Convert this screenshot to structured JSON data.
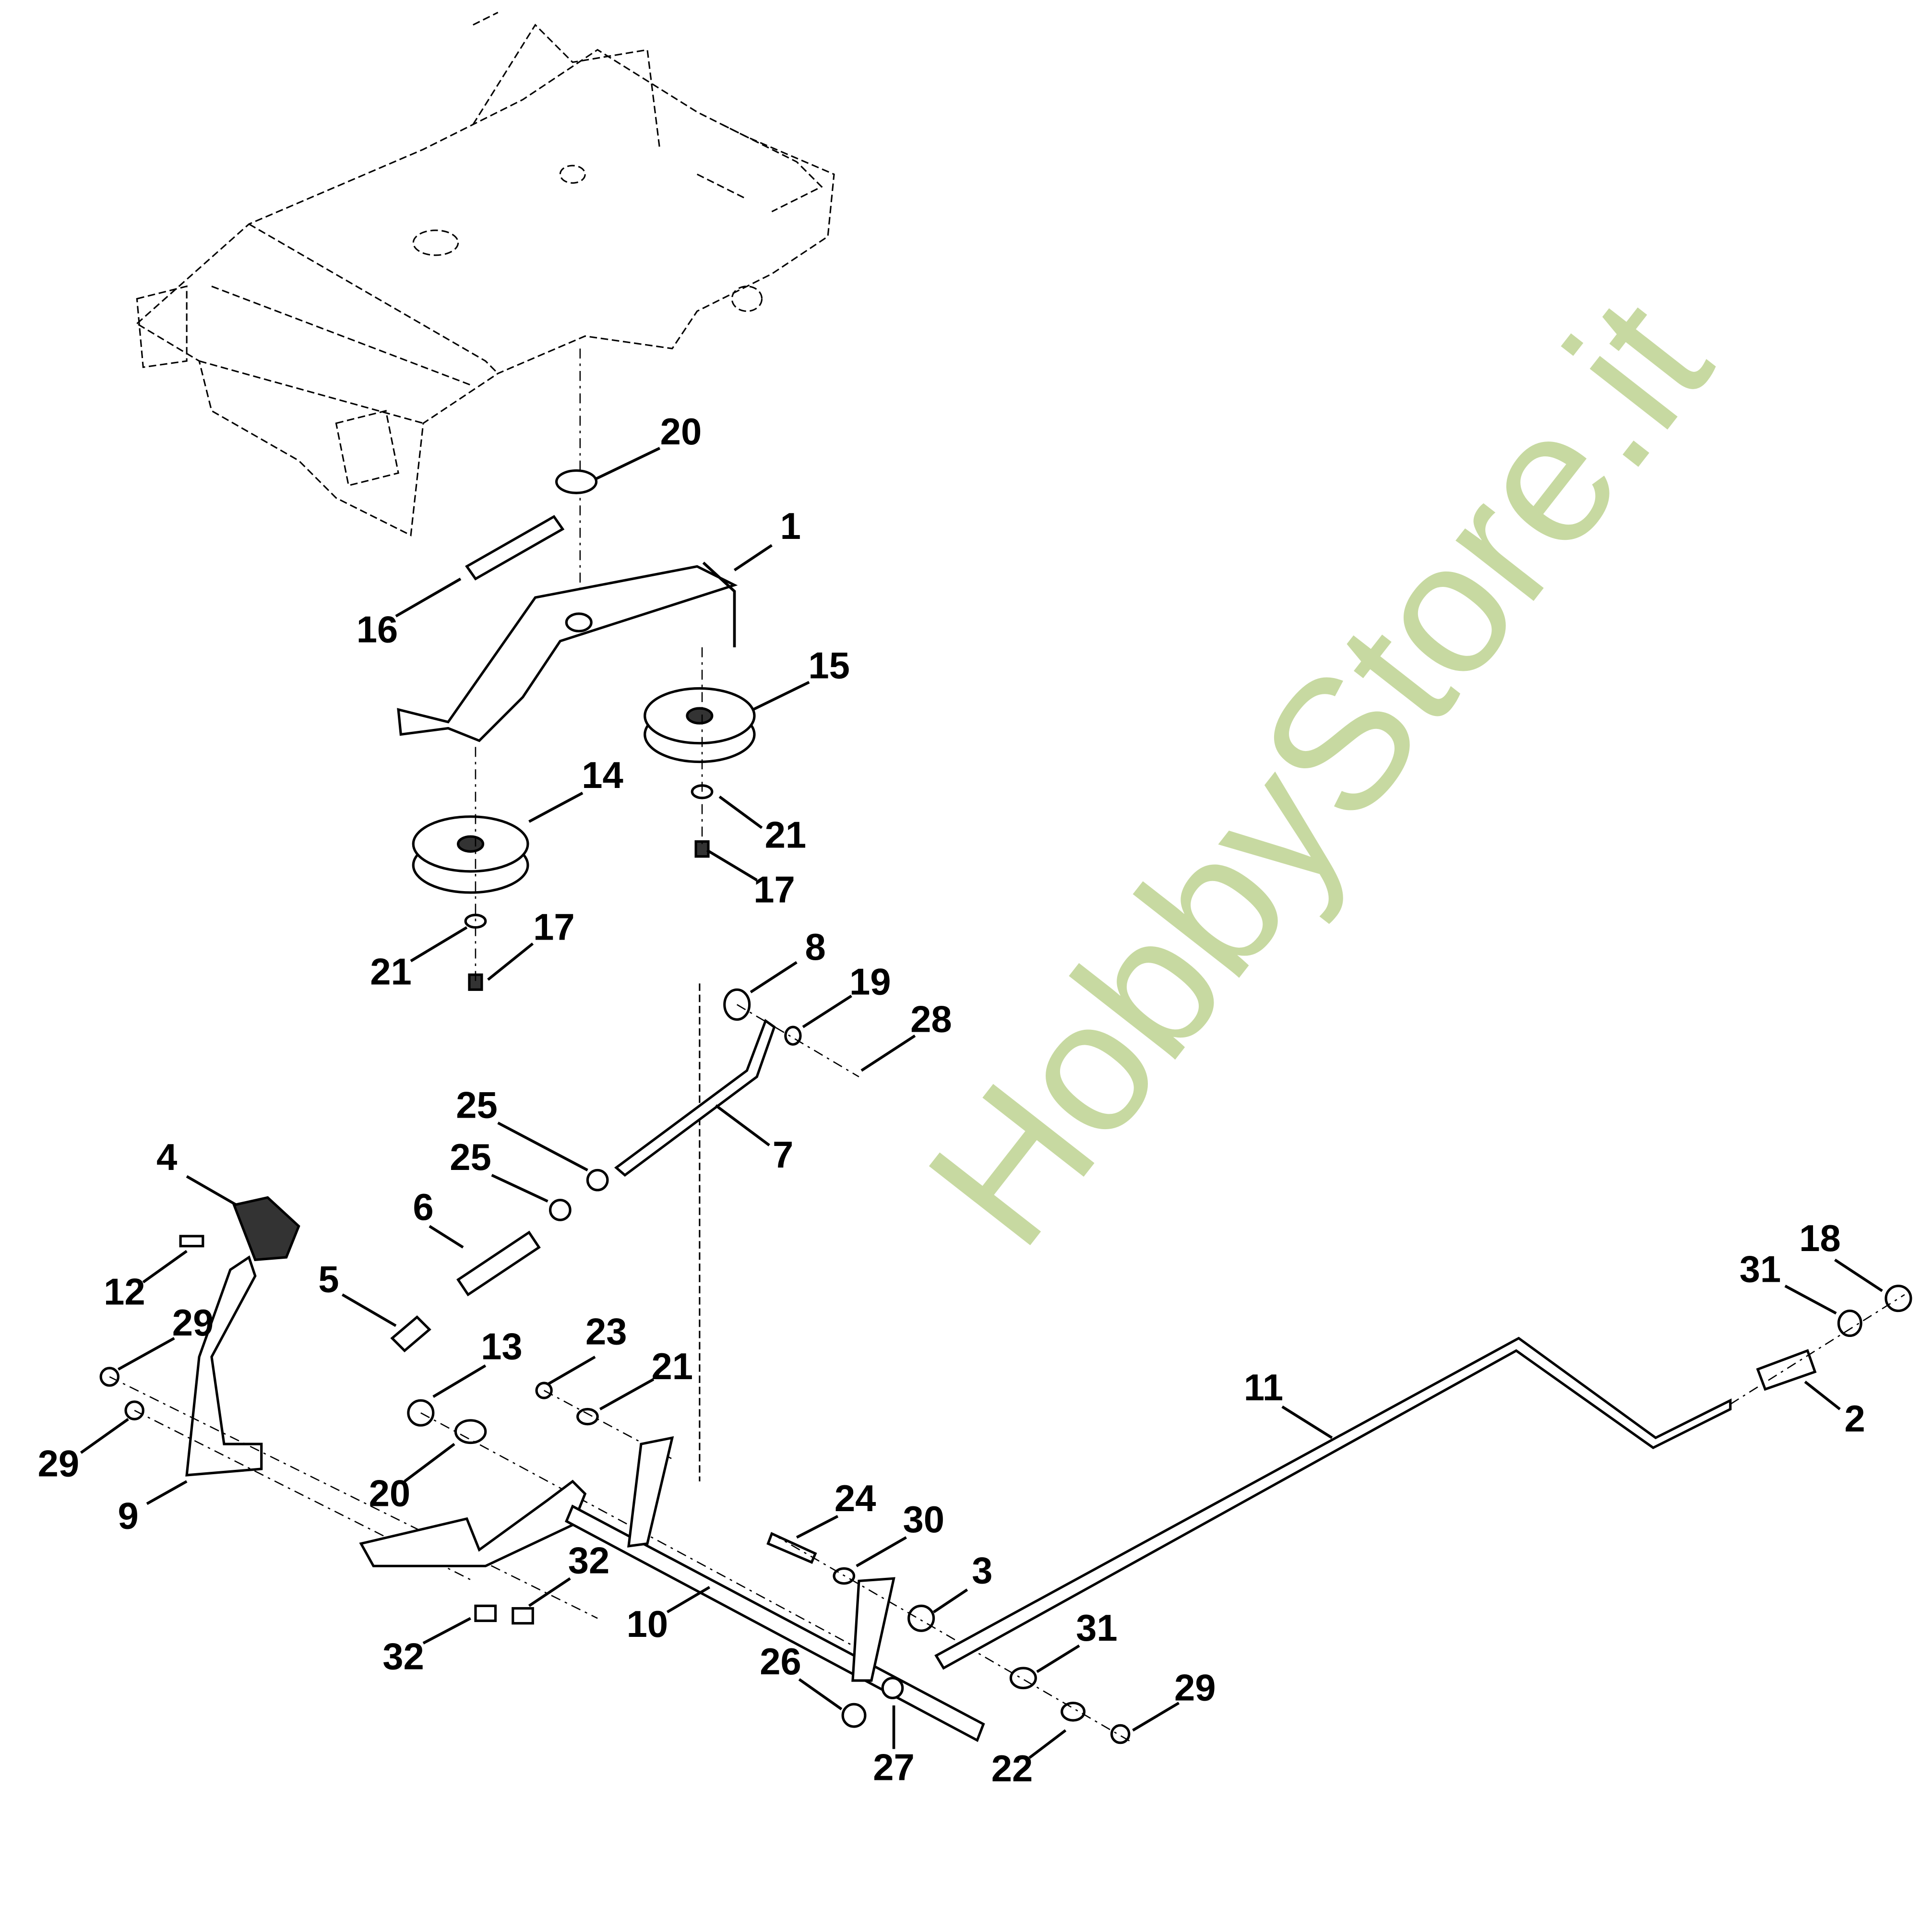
{
  "diagram": {
    "type": "exploded parts diagram"
  },
  "watermark": "HobbyStore.it",
  "colors": {
    "watermark": "#c5d89c",
    "lines": "#000000"
  },
  "callouts": [
    "20",
    "1",
    "16",
    "15",
    "14",
    "21",
    "17",
    "17",
    "21",
    "8",
    "19",
    "28",
    "25",
    "7",
    "4",
    "25",
    "6",
    "5",
    "12",
    "29",
    "13",
    "23",
    "21",
    "11",
    "18",
    "31",
    "2",
    "29",
    "20",
    "9",
    "24",
    "30",
    "32",
    "3",
    "10",
    "32",
    "31",
    "26",
    "29",
    "27",
    "22"
  ]
}
